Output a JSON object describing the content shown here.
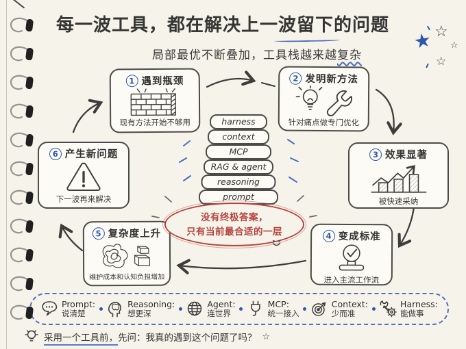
{
  "colors": {
    "ink": "#3d3d3d",
    "blue": "#2e56b0",
    "red": "#b5433d",
    "paper": "#f6f3ea",
    "card": "#fcfbf6"
  },
  "header": {
    "title": "每一波工具，都在解决上一波留下的问题",
    "subtitle_main": "局部最优不断叠加，工具栈越来越",
    "subtitle_emphasis": "复杂"
  },
  "decorations": {
    "filled_star": "★",
    "outline_star": "☆"
  },
  "steps": [
    {
      "num": "1",
      "title": "遇到瓶颈",
      "caption": "现有方法开始不够用",
      "icon": "brick-wall"
    },
    {
      "num": "2",
      "title": "发明新方法",
      "caption": "针对痛点做专门优化",
      "icon": "lightbulb-and-wrench"
    },
    {
      "num": "3",
      "title": "效果显著",
      "caption": "被快速采纳",
      "icon": "growth-bar-chart"
    },
    {
      "num": "4",
      "title": "变成标准",
      "caption": "进入主流工作流",
      "icon": "approval-stamp"
    },
    {
      "num": "5",
      "title": "复杂度上升",
      "caption": "维护成本和认知负担增加",
      "icon": "tangle-and-boxes"
    },
    {
      "num": "6",
      "title": "产生新问题",
      "caption": "下一波再来解决",
      "icon": "warning-triangle"
    }
  ],
  "stack": {
    "layers": [
      "harness",
      "context",
      "MCP",
      "RAG & agent",
      "reasoning",
      "prompt"
    ]
  },
  "center_note": {
    "line1": "没有终极答案，",
    "line2": "只有当前最合适的一层"
  },
  "legend": {
    "items": [
      {
        "name": "Prompt:",
        "desc": "说清楚",
        "icon": "speech-bubble"
      },
      {
        "name": "Reasoning:",
        "desc": "想更深",
        "icon": "head-profile-brain"
      },
      {
        "name": "Agent:",
        "desc": "连世界",
        "icon": "globe"
      },
      {
        "name": "MCP:",
        "desc": "统一接入",
        "icon": "plug"
      },
      {
        "name": "Context:",
        "desc": "少而准",
        "icon": "target-dart"
      },
      {
        "name": "Harness:",
        "desc": "能做事",
        "icon": "wrench-and-gear"
      }
    ]
  },
  "footer": {
    "lead": "采用一个工具前，",
    "rest": "先问：我真的遇到这个问题了吗？",
    "star": "☆"
  }
}
